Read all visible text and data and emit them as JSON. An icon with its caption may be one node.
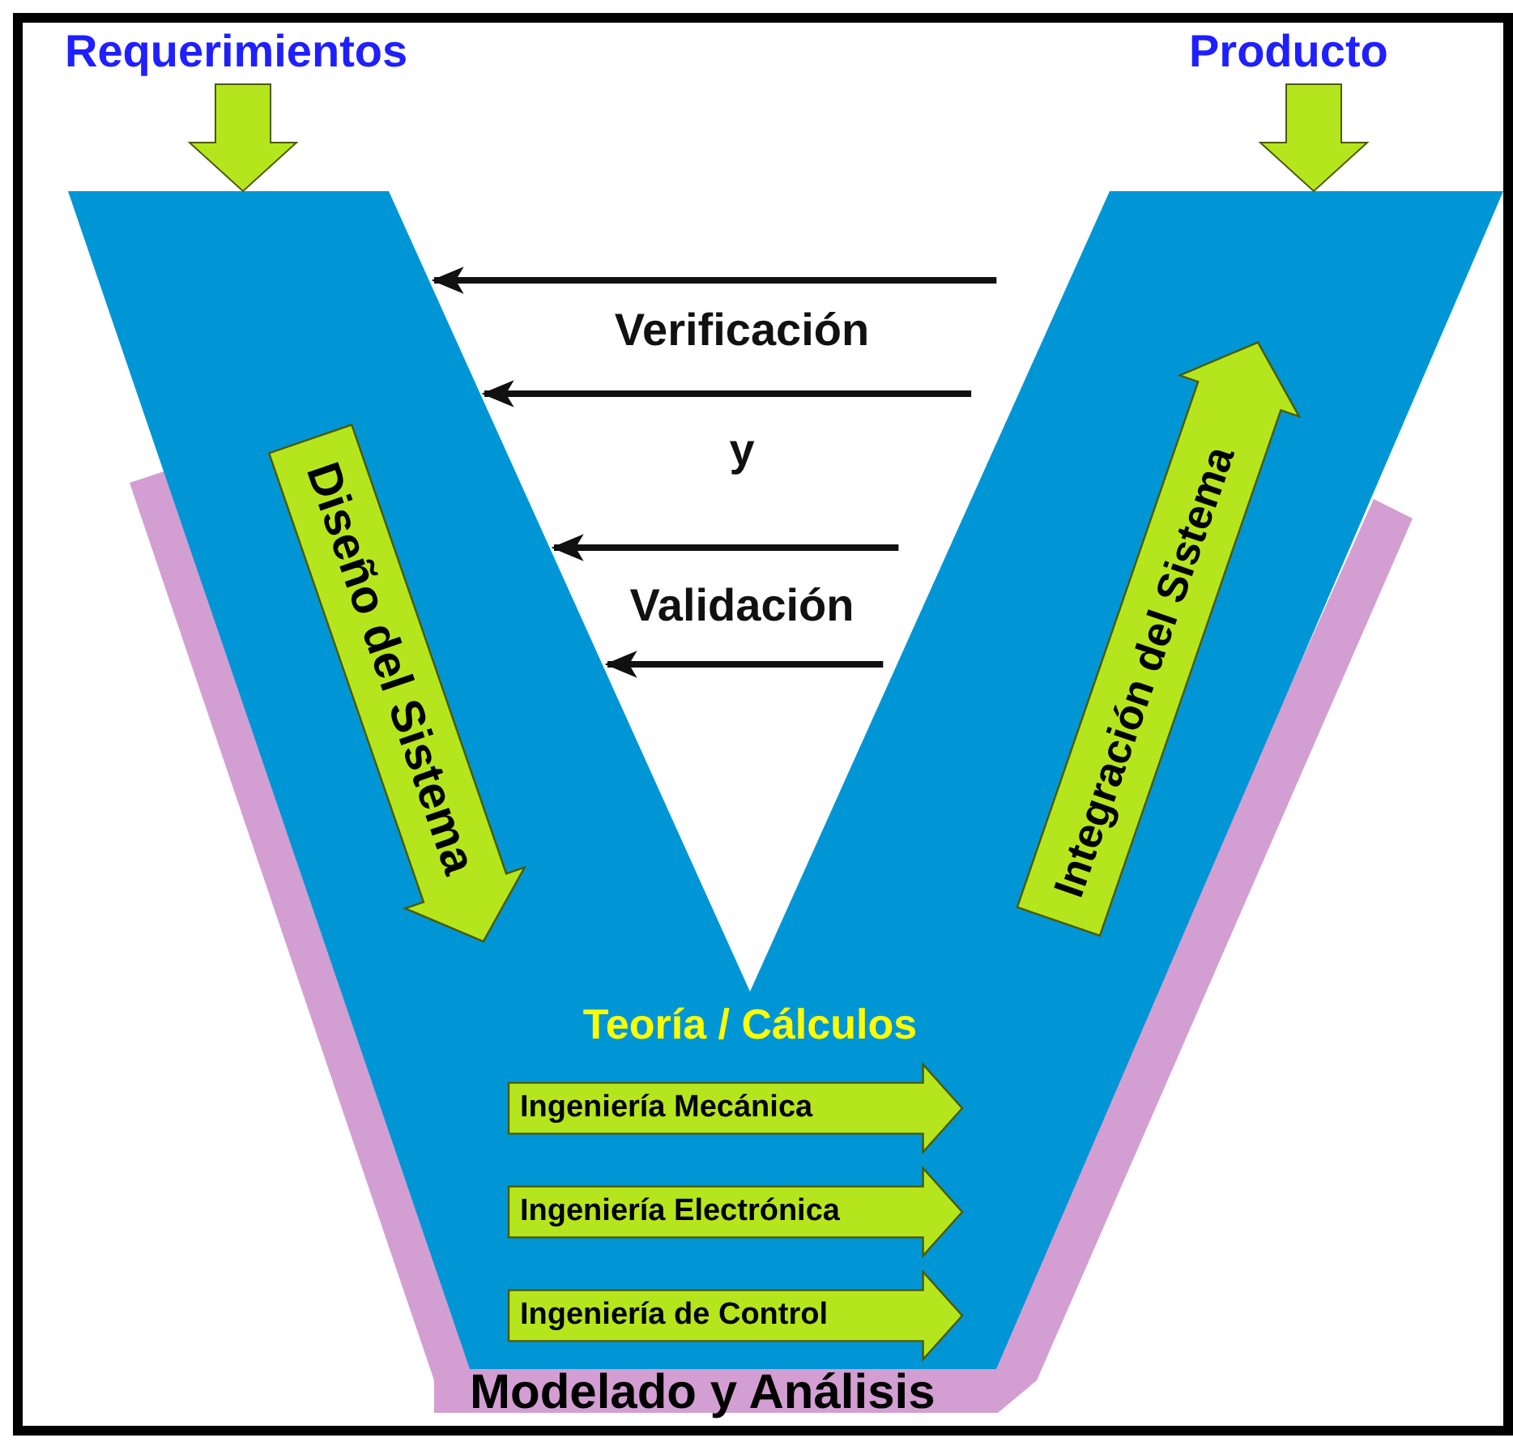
{
  "diagram": {
    "nodes": [
      {
        "text": [
          "Requerimientos"
        ]
      },
      {
        "text": [
          "Producto"
        ]
      },
      {
        "text": [
          "Modelado y Análisis"
        ]
      },
      {
        "text": [
          "Teoría / Cálculos"
        ]
      },
      {
        "text": [
          "Diseño del Sistema"
        ],
        "in": 3
      },
      {
        "text": [
          "Integración del Sistema"
        ],
        "in": 3
      },
      {
        "text": [
          "Ingeniería Mecánica"
        ],
        "in": 3
      },
      {
        "text": [
          "Ingeniería Electrónica"
        ],
        "in": 3
      },
      {
        "text": [
          "Ingeniería de Control"
        ],
        "in": 3
      }
    ],
    "edges": [
      {
        "from": 0,
        "to": 3,
        "arrow": "to",
        "style": "thick",
        "color": "#b5e61d"
      },
      {
        "from": 1,
        "to": 3,
        "arrow": "to",
        "style": "thick",
        "color": "#b5e61d"
      },
      {
        "from": null,
        "to": 3,
        "arrow": "to"
      },
      {
        "from": null,
        "to": 3,
        "arrow": "to"
      },
      {
        "from": null,
        "to": 3,
        "arrow": "to"
      },
      {
        "from": null,
        "to": 3,
        "arrow": "to"
      }
    ],
    "labels": [
      "Verificación",
      "y",
      "Validación"
    ]
  }
}
